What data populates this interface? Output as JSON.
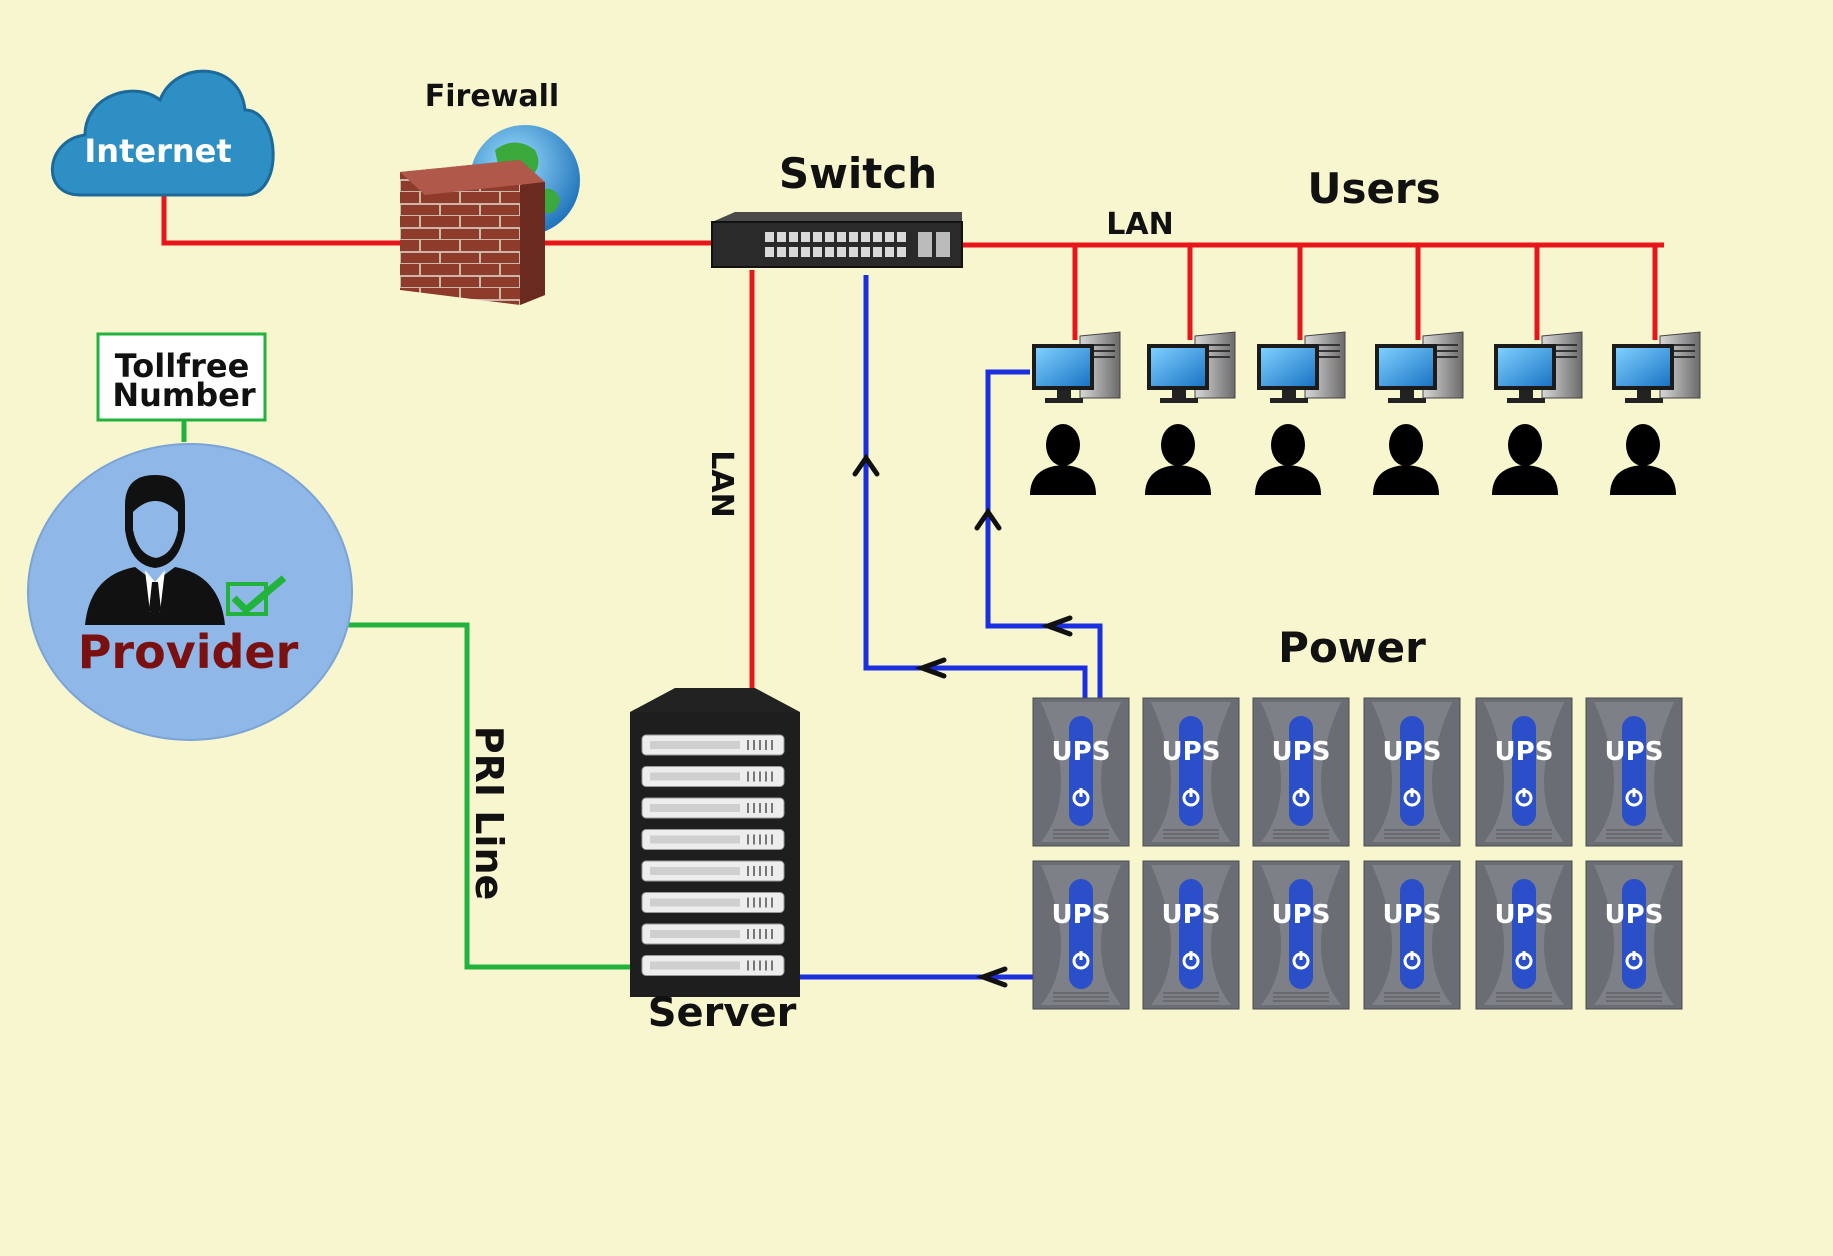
{
  "labels": {
    "internet": "Internet",
    "firewall": "Firewall",
    "switch": "Switch",
    "users": "Users",
    "lan_top": "LAN",
    "lan_vertical": "LAN",
    "tollfree_line1": "Tollfree",
    "tollfree_line2": "Number",
    "provider": "Provider",
    "pri_line": "PRI Line",
    "server": "Server",
    "power": "Power",
    "ups": "UPS"
  },
  "user_count": 6,
  "ups_rows": 2,
  "ups_per_row": 6,
  "colors": {
    "background": "#f8f6cf",
    "lan_line": "#e8161b",
    "power_line": "#1a2fe0",
    "pri_line": "#22b33c",
    "cloud": "#2e8fc4",
    "provider_circle": "#8fb8e8",
    "provider_text": "#7a1010",
    "ups_body": "#6a6d74",
    "ups_band": "#2a4fc9"
  }
}
